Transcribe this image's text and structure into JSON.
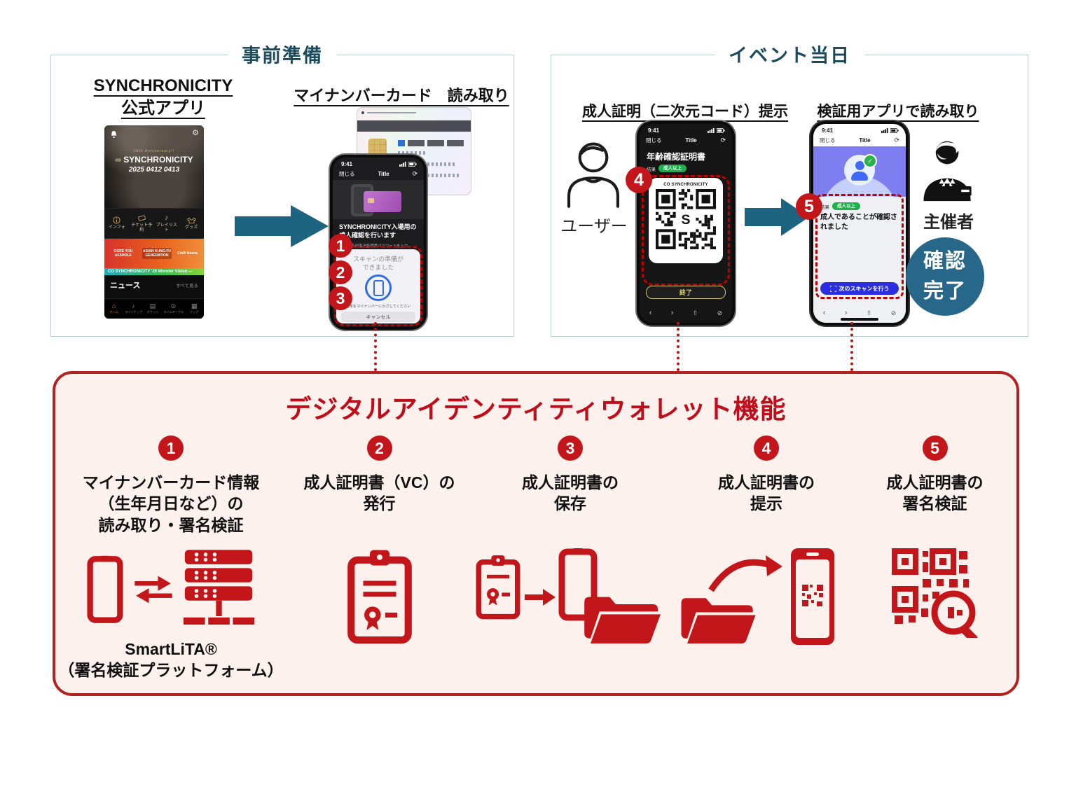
{
  "colors": {
    "icon_red": "#c3161b",
    "wallet_border": "#b3221f",
    "wallet_bg": "#fcf1ec",
    "wallet_title_red": "#c00d1a",
    "arrow_teal": "#1d6480",
    "box_title_teal": "#1c4b5e",
    "badge_green": "#1fae4b",
    "button_blue": "#2a2ee0",
    "complete_circle_teal": "#27678a",
    "dashed_red": "#c00000"
  },
  "prep": {
    "box_title": "事前準備",
    "app_heading1": "SYNCHRONICITY",
    "app_heading2": "公式アプリ",
    "app": {
      "anniversary": "25th Anniversary!!",
      "logo_mark": "∞",
      "logo_text": "SYNCHRONICITY",
      "dates": "2025 0412 0413",
      "menu": [
        "インフォ",
        "チケット予約",
        "プレイリスト",
        "グッズ"
      ],
      "banner": {
        "artist1": "OGRE YOU ASSHOLE",
        "artist2": "ASIAN KUNG-FU GENERATION",
        "artist3": "Chilli Beans.",
        "strip": "CO SYNCHRONICITY '25 Wonder Vision —"
      },
      "news_title": "ニュース",
      "news_more": "すべて見る",
      "nav": [
        "ホーム",
        "ラインナップ",
        "チケット",
        "タイムテーブル",
        "マップ"
      ]
    },
    "scan_heading": "マイナンバーカード　読み取り",
    "phone": {
      "time": "9:41",
      "close": "閉じる",
      "title": "Title",
      "purpose1": "SYNCHRONICITY入場用の",
      "purpose2": "成人確認を行います",
      "password_hint": "署名用電子証明書パスワードを入力",
      "sheet1": "スキャンの準備が",
      "sheet2": "できました",
      "sheet_hint": "端末をマイナンバーにかざしてください",
      "cancel": "キャンセル"
    },
    "badges": [
      "1",
      "2",
      "3"
    ]
  },
  "event": {
    "box_title": "イベント当日",
    "present_heading": "成人証明（二次元コード）提示",
    "user_label": "ユーザー",
    "qr_phone": {
      "time": "9:41",
      "close": "閉じる",
      "title": "Title",
      "cert_title": "年齢確認証明書",
      "result_label": "結果",
      "result_value": "成人以上",
      "qr_brand": "CO SYNCHRONICITY",
      "done": "終了"
    },
    "badge4": "4",
    "verify_heading": "検証用アプリで読み取り",
    "verify_phone": {
      "time": "9:41",
      "close": "閉じる",
      "title": "Title",
      "result_label": "結果",
      "result_value": "成人以上",
      "message": "成人であることが確認されました",
      "scan_button": "次のスキャンを行う"
    },
    "badge5": "5",
    "organizer_label": "主催者",
    "complete1": "確認",
    "complete2": "完了"
  },
  "wallet": {
    "title": "デジタルアイデンティティウォレット機能",
    "steps": [
      {
        "num": "1",
        "l1": "マイナンバーカード情報",
        "l2": "（生年月日など）の",
        "l3": "読み取り・署名検証",
        "cap1": "SmartLiTA®",
        "cap2": "（署名検証プラットフォーム）"
      },
      {
        "num": "2",
        "l1": "成人証明書（VC）の",
        "l2": "発行"
      },
      {
        "num": "3",
        "l1": "成人証明書の",
        "l2": "保存"
      },
      {
        "num": "4",
        "l1": "成人証明書の",
        "l2": "提示"
      },
      {
        "num": "5",
        "l1": "成人証明書の",
        "l2": "署名検証"
      }
    ]
  }
}
